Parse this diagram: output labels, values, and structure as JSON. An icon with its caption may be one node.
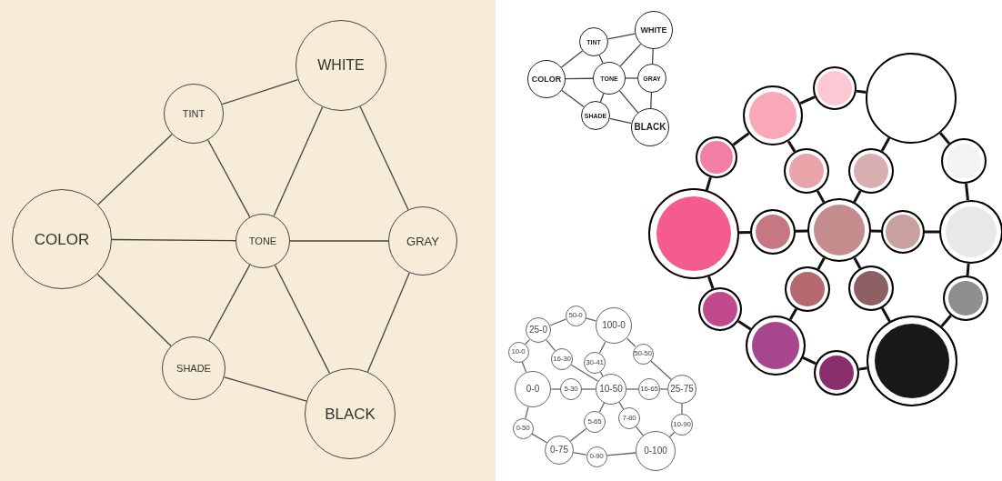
{
  "diagram": {
    "nodes": [
      {
        "text": [
          "COLOR"
        ]
      },
      {
        "text": [
          "TINT"
        ]
      },
      {
        "text": [
          "WHITE"
        ]
      },
      {
        "text": [
          "TONE"
        ]
      },
      {
        "text": [
          "GRAY"
        ]
      },
      {
        "text": [
          "SHADE"
        ]
      },
      {
        "text": [
          "BLACK"
        ]
      },
      {
        "text": [
          "COLOR"
        ]
      },
      {
        "text": [
          "TINT"
        ]
      },
      {
        "text": [
          "WHITE"
        ]
      },
      {
        "text": [
          "TONE"
        ]
      },
      {
        "text": [
          "GRAY"
        ]
      },
      {
        "text": [
          "SHADE"
        ]
      },
      {
        "text": [
          "BLACK"
        ]
      },
      {
        "text": [
          "25-0"
        ]
      },
      {
        "text": [
          "50-0"
        ]
      },
      {
        "text": [
          "100-0"
        ]
      },
      {
        "text": [
          "10-0"
        ]
      },
      {
        "text": [
          "16-30"
        ]
      },
      {
        "text": [
          "30-41"
        ]
      },
      {
        "text": [
          "50-50"
        ]
      },
      {
        "text": [
          "0-0"
        ]
      },
      {
        "text": [
          "5-30"
        ]
      },
      {
        "text": [
          "10-50"
        ]
      },
      {
        "text": [
          "16-65"
        ]
      },
      {
        "text": [
          "25-75"
        ]
      },
      {
        "text": [
          "5-65"
        ]
      },
      {
        "text": [
          "7-80"
        ]
      },
      {
        "text": [
          "10-90"
        ]
      },
      {
        "text": [
          "0-50"
        ]
      },
      {
        "text": [
          "0-75"
        ]
      },
      {
        "text": [
          "0-90"
        ]
      },
      {
        "text": [
          "0-100"
        ]
      },
      {
        "text": [],
        "shape": "circle"
      },
      {
        "text": [],
        "shape": "circle"
      },
      {
        "text": [],
        "shape": "circle"
      },
      {
        "text": [],
        "shape": "circle"
      },
      {
        "text": [],
        "shape": "circle"
      },
      {
        "text": [],
        "shape": "circle"
      },
      {
        "text": [],
        "shape": "circle"
      },
      {
        "text": [],
        "shape": "circle"
      },
      {
        "text": [],
        "shape": "circle"
      },
      {
        "text": [],
        "shape": "circle"
      },
      {
        "text": [],
        "shape": "circle"
      },
      {
        "text": [],
        "shape": "circle"
      },
      {
        "text": [],
        "shape": "circle"
      },
      {
        "text": [],
        "shape": "circle"
      },
      {
        "text": [],
        "shape": "circle"
      },
      {
        "text": [],
        "shape": "circle"
      },
      {
        "text": [],
        "shape": "circle"
      },
      {
        "text": [],
        "shape": "circle"
      },
      {
        "text": [],
        "shape": "circle"
      }
    ],
    "edges": [
      {
        "from": 0,
        "to": 1,
        "arrow": "none"
      },
      {
        "from": 1,
        "to": 2,
        "arrow": "none"
      },
      {
        "from": 2,
        "to": 4,
        "arrow": "none"
      },
      {
        "from": 4,
        "to": 6,
        "arrow": "none"
      },
      {
        "from": 6,
        "to": 5,
        "arrow": "none"
      },
      {
        "from": 5,
        "to": 0,
        "arrow": "none"
      },
      {
        "from": 0,
        "to": 3,
        "arrow": "none"
      },
      {
        "from": 1,
        "to": 3,
        "arrow": "none"
      },
      {
        "from": 2,
        "to": 3,
        "arrow": "none"
      },
      {
        "from": 4,
        "to": 3,
        "arrow": "none"
      },
      {
        "from": 6,
        "to": 3,
        "arrow": "none"
      },
      {
        "from": 5,
        "to": 3,
        "arrow": "none"
      },
      {
        "from": 7,
        "to": 8,
        "arrow": "none"
      },
      {
        "from": 8,
        "to": 9,
        "arrow": "none"
      },
      {
        "from": 9,
        "to": 11,
        "arrow": "none"
      },
      {
        "from": 11,
        "to": 13,
        "arrow": "none"
      },
      {
        "from": 13,
        "to": 12,
        "arrow": "none"
      },
      {
        "from": 12,
        "to": 7,
        "arrow": "none"
      },
      {
        "from": 7,
        "to": 10,
        "arrow": "none"
      },
      {
        "from": 8,
        "to": 10,
        "arrow": "none"
      },
      {
        "from": 9,
        "to": 10,
        "arrow": "none"
      },
      {
        "from": 11,
        "to": 10,
        "arrow": "none"
      },
      {
        "from": 13,
        "to": 10,
        "arrow": "none"
      },
      {
        "from": 12,
        "to": 10,
        "arrow": "none"
      },
      {
        "from": 21,
        "to": 17,
        "arrow": "none"
      },
      {
        "from": 17,
        "to": 14,
        "arrow": "none"
      },
      {
        "from": 14,
        "to": 15,
        "arrow": "none"
      },
      {
        "from": 15,
        "to": 16,
        "arrow": "none"
      },
      {
        "from": 16,
        "to": 20,
        "arrow": "none"
      },
      {
        "from": 20,
        "to": 25,
        "arrow": "none"
      },
      {
        "from": 25,
        "to": 28,
        "arrow": "none"
      },
      {
        "from": 28,
        "to": 32,
        "arrow": "none"
      },
      {
        "from": 32,
        "to": 31,
        "arrow": "none"
      },
      {
        "from": 31,
        "to": 30,
        "arrow": "none"
      },
      {
        "from": 30,
        "to": 29,
        "arrow": "none"
      },
      {
        "from": 29,
        "to": 21,
        "arrow": "none"
      },
      {
        "from": 21,
        "to": 22,
        "arrow": "none"
      },
      {
        "from": 22,
        "to": 23,
        "arrow": "none"
      },
      {
        "from": 23,
        "to": 24,
        "arrow": "none"
      },
      {
        "from": 24,
        "to": 25,
        "arrow": "none"
      },
      {
        "from": 14,
        "to": 18,
        "arrow": "none"
      },
      {
        "from": 18,
        "to": 23,
        "arrow": "none"
      },
      {
        "from": 16,
        "to": 19,
        "arrow": "none"
      },
      {
        "from": 19,
        "to": 23,
        "arrow": "none"
      },
      {
        "from": 23,
        "to": 26,
        "arrow": "none"
      },
      {
        "from": 26,
        "to": 30,
        "arrow": "none"
      },
      {
        "from": 23,
        "to": 27,
        "arrow": "none"
      },
      {
        "from": 27,
        "to": 32,
        "arrow": "none"
      },
      {
        "from": 40,
        "to": 36,
        "arrow": "none",
        "style": "thick"
      },
      {
        "from": 36,
        "to": 33,
        "arrow": "none",
        "style": "thick"
      },
      {
        "from": 33,
        "to": 34,
        "arrow": "none",
        "style": "thick"
      },
      {
        "from": 34,
        "to": 35,
        "arrow": "none",
        "style": "thick"
      },
      {
        "from": 35,
        "to": 39,
        "arrow": "none",
        "style": "thick"
      },
      {
        "from": 39,
        "to": 44,
        "arrow": "none",
        "style": "thick"
      },
      {
        "from": 44,
        "to": 47,
        "arrow": "none",
        "style": "thick"
      },
      {
        "from": 47,
        "to": 51,
        "arrow": "none",
        "style": "thick"
      },
      {
        "from": 51,
        "to": 50,
        "arrow": "none",
        "style": "thick"
      },
      {
        "from": 50,
        "to": 49,
        "arrow": "none",
        "style": "thick"
      },
      {
        "from": 49,
        "to": 48,
        "arrow": "none",
        "style": "thick"
      },
      {
        "from": 48,
        "to": 40,
        "arrow": "none",
        "style": "thick"
      },
      {
        "from": 40,
        "to": 41,
        "arrow": "none",
        "style": "thick"
      },
      {
        "from": 41,
        "to": 42,
        "arrow": "none",
        "style": "thick"
      },
      {
        "from": 42,
        "to": 43,
        "arrow": "none",
        "style": "thick"
      },
      {
        "from": 43,
        "to": 44,
        "arrow": "none",
        "style": "thick"
      },
      {
        "from": 33,
        "to": 37,
        "arrow": "none",
        "style": "thick"
      },
      {
        "from": 37,
        "to": 42,
        "arrow": "none",
        "style": "thick"
      },
      {
        "from": 35,
        "to": 38,
        "arrow": "none",
        "style": "thick"
      },
      {
        "from": 38,
        "to": 42,
        "arrow": "none",
        "style": "thick"
      },
      {
        "from": 42,
        "to": 45,
        "arrow": "none",
        "style": "thick"
      },
      {
        "from": 45,
        "to": 49,
        "arrow": "none",
        "style": "thick"
      },
      {
        "from": 42,
        "to": 46,
        "arrow": "none",
        "style": "thick"
      },
      {
        "from": 46,
        "to": 51,
        "arrow": "none",
        "style": "thick"
      }
    ]
  }
}
